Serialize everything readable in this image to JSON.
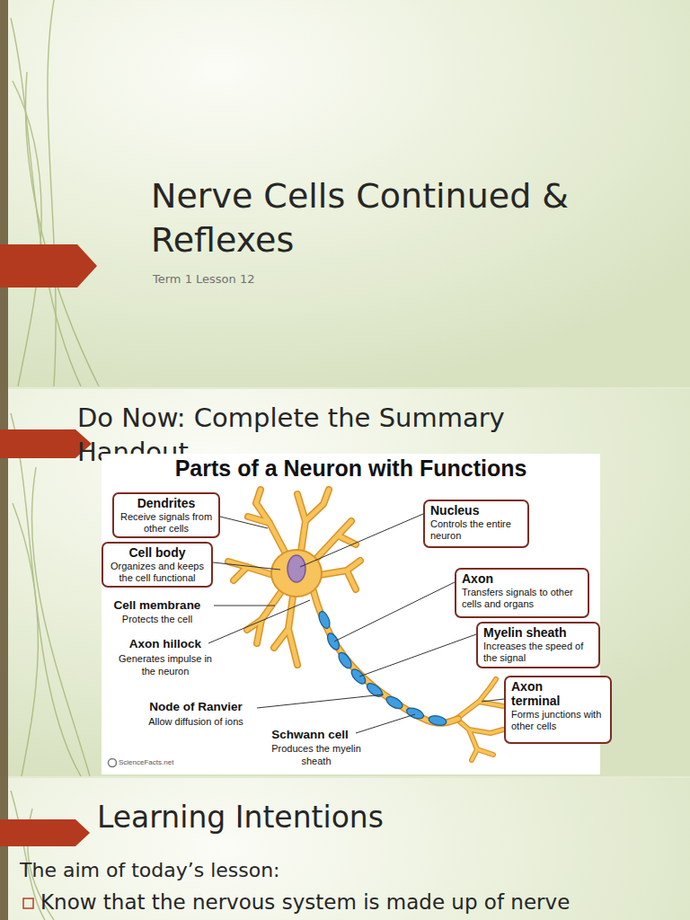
{
  "diagram": {
    "title": "Nerve Cells Continued & Reflexes",
    "nodes": [
      {
        "text": [
          "Dendrites",
          "Receive signals from other cells"
        ]
      },
      {
        "text": [
          "Nucleus",
          "Controls the entire neuron"
        ]
      },
      {
        "text": [
          "Cell body",
          "Organizes and keeps the cell functional"
        ]
      },
      {
        "text": [
          "Axon",
          "Transfers signals to other cells and organs"
        ]
      },
      {
        "text": [
          "Myelin sheath",
          "Increases the speed of the signal"
        ]
      },
      {
        "text": [
          "Axon terminal",
          "Forms junctions with other cells"
        ]
      }
    ],
    "labels": [
      "Term 1 Lesson 12",
      "Do Now: Complete the Summary Handout",
      "Parts of a Neuron with Functions",
      "Cell membrane",
      "Protects the cell",
      "Axon hillock",
      "Generates impulse in the neuron",
      "Node of Ranvier",
      "Allow diffusion of ions",
      "Schwann cell",
      "Produces the myelin sheath",
      "ScienceFacts.net",
      "Learning Intentions",
      "The aim of today’s lesson:",
      "Know that the nervous system is made up of nerve"
    ]
  }
}
